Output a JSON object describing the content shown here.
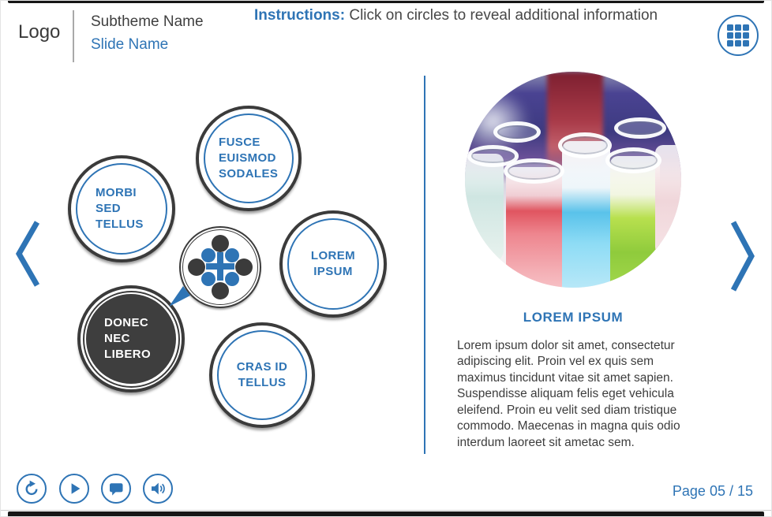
{
  "header": {
    "logo": "Logo",
    "subtheme": "Subtheme Name",
    "slide_name": "Slide Name",
    "instructions_label": "Instructions:",
    "instructions_text": "Click on circles to reveal additional information",
    "menu_icon": "grid-menu-icon"
  },
  "colors": {
    "accent_blue": "#2e74b5",
    "dark_ring": "#3b3b3b",
    "selected_fill": "#3e3e3e",
    "body_text": "#3d3d3d"
  },
  "cluster": {
    "hub_icon": "plus-dots-icon",
    "items": [
      {
        "id": "fusce",
        "label": "FUSCE EUISMOD SODALES",
        "selected": false
      },
      {
        "id": "morbi",
        "label": "MORBI SED TELLUS",
        "selected": false
      },
      {
        "id": "lorem",
        "label": "LOREM IPSUM",
        "selected": false
      },
      {
        "id": "donec",
        "label": "DONEC NEC LIBERO",
        "selected": true
      },
      {
        "id": "cras",
        "label": "CRAS ID TELLUS",
        "selected": false
      }
    ]
  },
  "nav": {
    "prev_icon": "chevron-left-icon",
    "next_icon": "chevron-right-icon"
  },
  "detail": {
    "image_alt": "Test tubes with colored liquids",
    "title": "LOREM IPSUM",
    "body": "Lorem ipsum dolor sit amet, consectetur adipiscing elit. Proin vel ex quis sem maximus tincidunt vitae sit amet sapien. Suspendisse aliquam felis eget vehicula eleifend. Proin eu velit sed diam tristique commodo. Maecenas in magna quis odio interdum laoreet sit ametac sem."
  },
  "playbar": {
    "buttons": [
      {
        "name": "replay",
        "icon": "replay-icon"
      },
      {
        "name": "play",
        "icon": "play-icon"
      },
      {
        "name": "transcript",
        "icon": "speech-bubble-icon"
      },
      {
        "name": "audio",
        "icon": "volume-icon"
      }
    ],
    "page_indicator": "Page 05 / 15"
  }
}
